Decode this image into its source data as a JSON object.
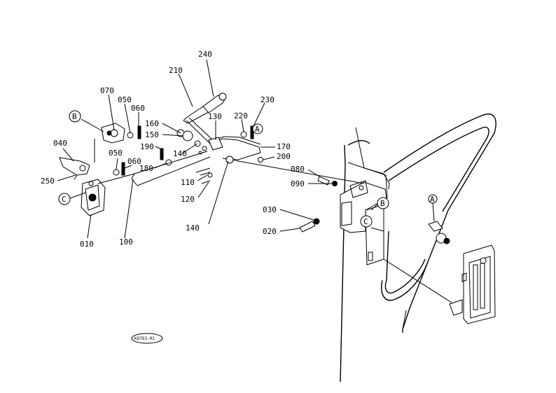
{
  "part_labels": {
    "p240": "240",
    "p210": "210",
    "p230": "230",
    "p130": "130",
    "p220": "220",
    "p160": "160",
    "p150": "150",
    "p190": "190",
    "p140a": "140",
    "p170": "170",
    "p200": "200",
    "p180": "180",
    "p110": "110",
    "p120": "120",
    "p140b": "140",
    "p070": "070",
    "p050a": "050",
    "p060a": "060",
    "p040": "040",
    "p050b": "050",
    "p060b": "060",
    "p250": "250",
    "p010": "010",
    "p100": "100",
    "p080": "080",
    "p090": "090",
    "p030": "030",
    "p020": "020"
  },
  "callouts": {
    "b_left": "B",
    "c_left": "C",
    "a_mid": "A",
    "b_right": "B",
    "c_right": "C",
    "a_right": "A"
  },
  "drawing_code": "KO763-02"
}
